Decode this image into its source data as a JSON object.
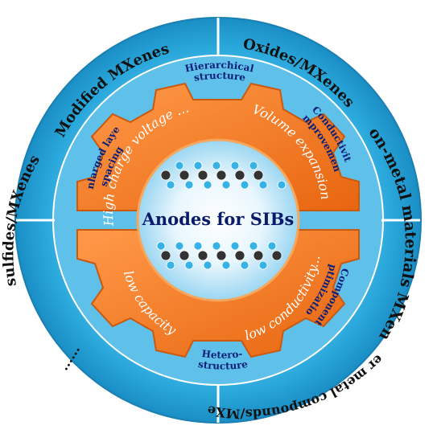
{
  "center": {
    "title": "Anodes for SIBs"
  },
  "outer_ring": {
    "top_left": "Modified MXenes",
    "top_right": "Oxides/MXenes",
    "right": "Non-metal materials MXenes",
    "bottom": "Other metal compounds/MXenes",
    "left": "sulfides/MXenes",
    "ellipsis": "......"
  },
  "inner_ring": {
    "top": [
      "Hierarchical",
      "structure"
    ],
    "top_right": [
      "Conductivity",
      "improvement"
    ],
    "bottom_right": [
      "Component",
      "optimization"
    ],
    "bottom": [
      "Hetero-",
      "structure"
    ],
    "left": [
      "Enlarged layer",
      "spacing"
    ]
  },
  "gear": {
    "top_left": "High charge voltage ...",
    "top_right": "Volume expansion",
    "bottom_left": "low capacity",
    "bottom_right": "low conductivity..."
  },
  "colors": {
    "ring_blue": "#2aa8dc",
    "gear_orange": "#f47a20",
    "center_glow": "#ffffff",
    "atom_blue": "#36b3e6",
    "atom_dark": "#333333"
  }
}
